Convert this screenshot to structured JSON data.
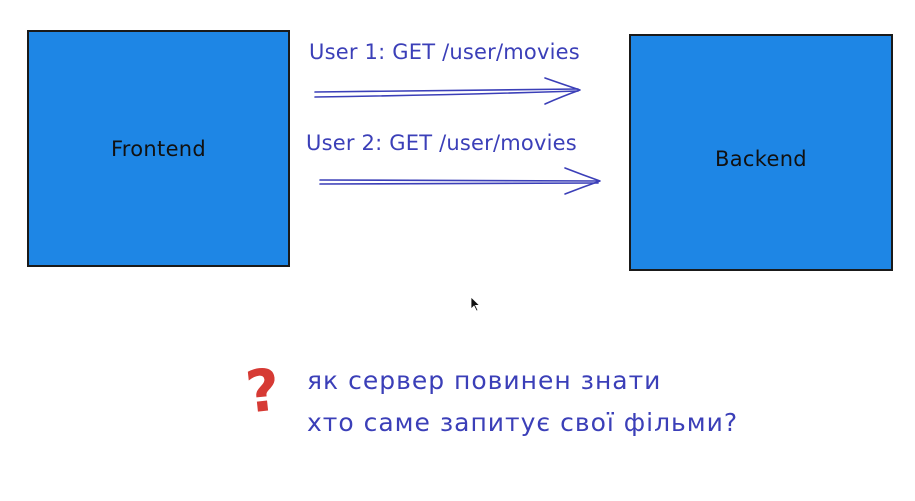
{
  "colors": {
    "box_fill": "#1e86e5",
    "box_border": "#1a1a1a",
    "handwriting": "#3b3fb8",
    "question_mark": "#d63a34"
  },
  "diagram": {
    "frontend_label": "Frontend",
    "backend_label": "Backend",
    "requests": [
      {
        "label": "User 1: GET /user/movies"
      },
      {
        "label": "User 2: GET /user/movies"
      }
    ],
    "question_mark": "?",
    "question_lines": [
      "як сервер повинен знати",
      "хто саме запитує свої фільми?"
    ]
  },
  "icons": {
    "cursor": "mouse-pointer-icon"
  }
}
